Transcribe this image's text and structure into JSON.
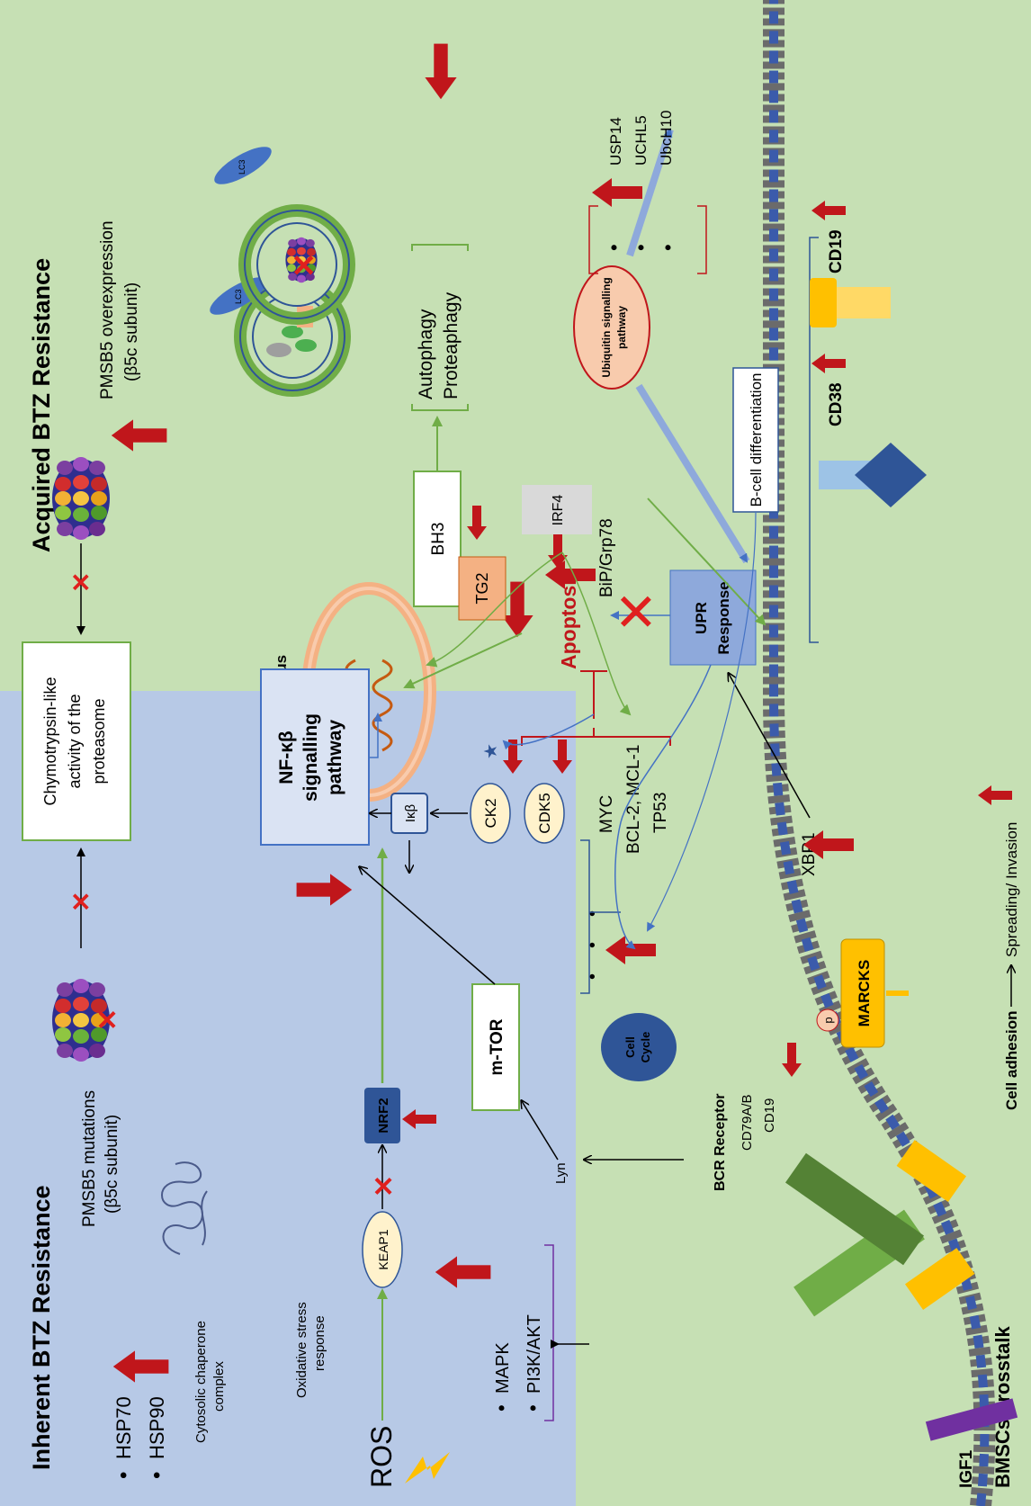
{
  "figure": {
    "sections": {
      "inherent_title": "Inherent BTZ Resistance",
      "acquired_title": "Acquired BTZ Resistance",
      "bmsc_title": "BMSCs crosstalk"
    },
    "labels": {
      "hsp70": "HSP70",
      "hsp90": "HSP90",
      "chaperone_1": "Cytosolic chaperone",
      "chaperone_2": "complex",
      "pmsb5_mut_1": "PMSB5 mutations",
      "pmsb5_mut_2": "(β5c subunit)",
      "pmsb5_over_1": "PMSB5 overexpression",
      "pmsb5_over_2": "(β5c subunit)",
      "chymo_1": "Chymotrypsin-like",
      "chymo_2": "activity of the",
      "chymo_3": "proteasome",
      "ros": "ROS",
      "oxidative_1": "Oxidative stress",
      "oxidative_2": "response",
      "keap1": "KEAP1",
      "nrf2": "NRF2",
      "mapk": "MAPK",
      "pi3k": "PI3K/AKT",
      "mtor": "m-TOR",
      "lyn": "Lyn",
      "nfkb_1": "NF-κβ",
      "nfkb_2": "signalling",
      "nfkb_3": "pathway",
      "ikb": "Iκβ",
      "ck2": "CK2",
      "cdk5": "CDK5",
      "nucleus": "Nucleus",
      "tg2": "TG2",
      "myc": "MYC",
      "bcl2": "BCL-2, MCL-1",
      "tp53": "TP53",
      "cell_cycle_1": "Cell",
      "cell_cycle_2": "Cycle",
      "apoptosis": "Apoptosis",
      "xbp1": "XBP1",
      "upr_1": "UPR",
      "upr_2": "Response",
      "bip": "BiP/Grp78",
      "irf4": "IRF4",
      "bh3": "BH3",
      "autophagy": "Autophagy",
      "proteaphagy": "Proteaphagy",
      "ubiquitin_1": "Ubiquitin signalling",
      "ubiquitin_2": "pathway",
      "usp14": "USP14",
      "uchl5": "UCHL5",
      "ubch10": "UbcH10",
      "bcell": "B-cell differentiation",
      "cd38": "CD38",
      "cd19": "CD19",
      "bcr": "BCR Receptor",
      "cd79": "CD79A/B",
      "cd19_b": "CD19",
      "marcks": "MARCKS",
      "p": "p",
      "adhesion": "Cell adhesion",
      "spreading": "Spreading/ Invasion",
      "igf1": "IGF1",
      "lc3": "LC3",
      "s": "S"
    },
    "colors": {
      "inherent_bg": "#b7c9e6",
      "acquired_bg": "#c6e0b4",
      "up_arrow": "#c0161b",
      "green_arrow": "#70ad47",
      "blue_line": "#4472c4",
      "upr_box": "#8ea9db",
      "membrane": "#3b5bab"
    }
  }
}
